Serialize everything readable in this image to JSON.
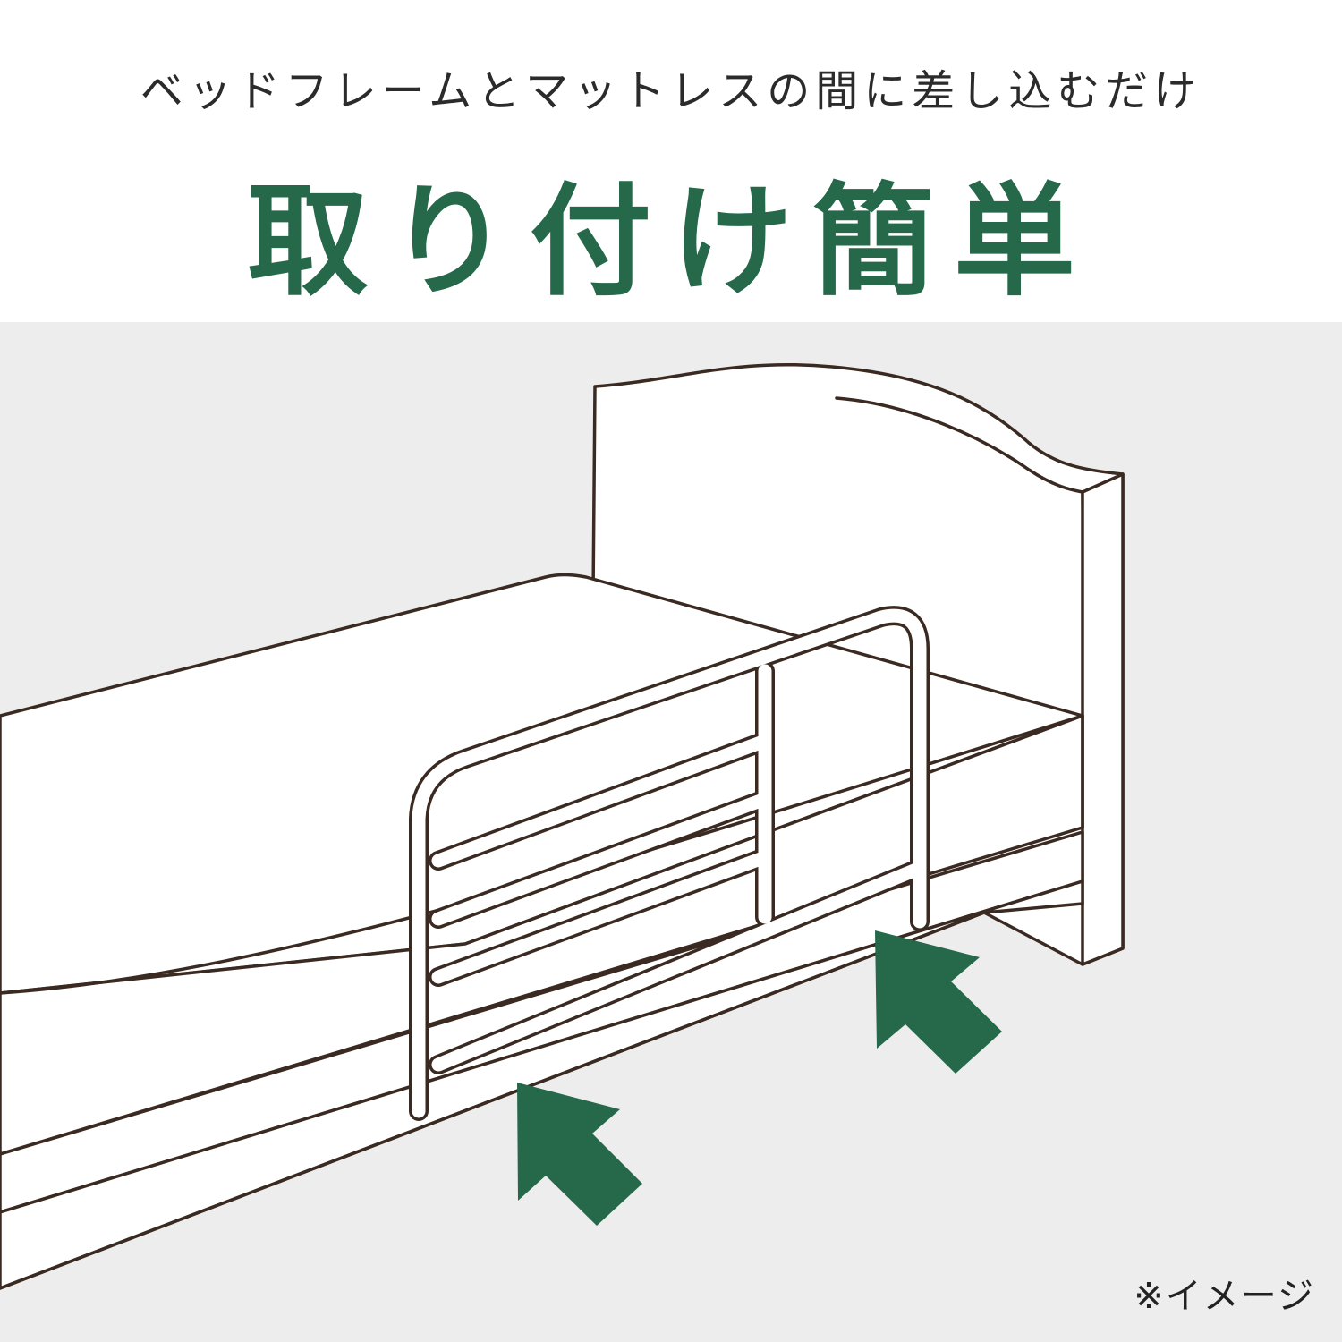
{
  "header": {
    "subtitle": "ベッドフレームとマットレスの間に差し込むだけ",
    "title": "取り付け簡単"
  },
  "illustration": {
    "note": "※イメージ",
    "arrow_count": 2,
    "icons": [
      "bed-icon",
      "bed-rail-icon",
      "insert-arrow-icon"
    ]
  },
  "colors": {
    "accent": "#25684a",
    "line": "#3a2a22",
    "panel_background": "#ededed",
    "fill": "#ffffff"
  }
}
